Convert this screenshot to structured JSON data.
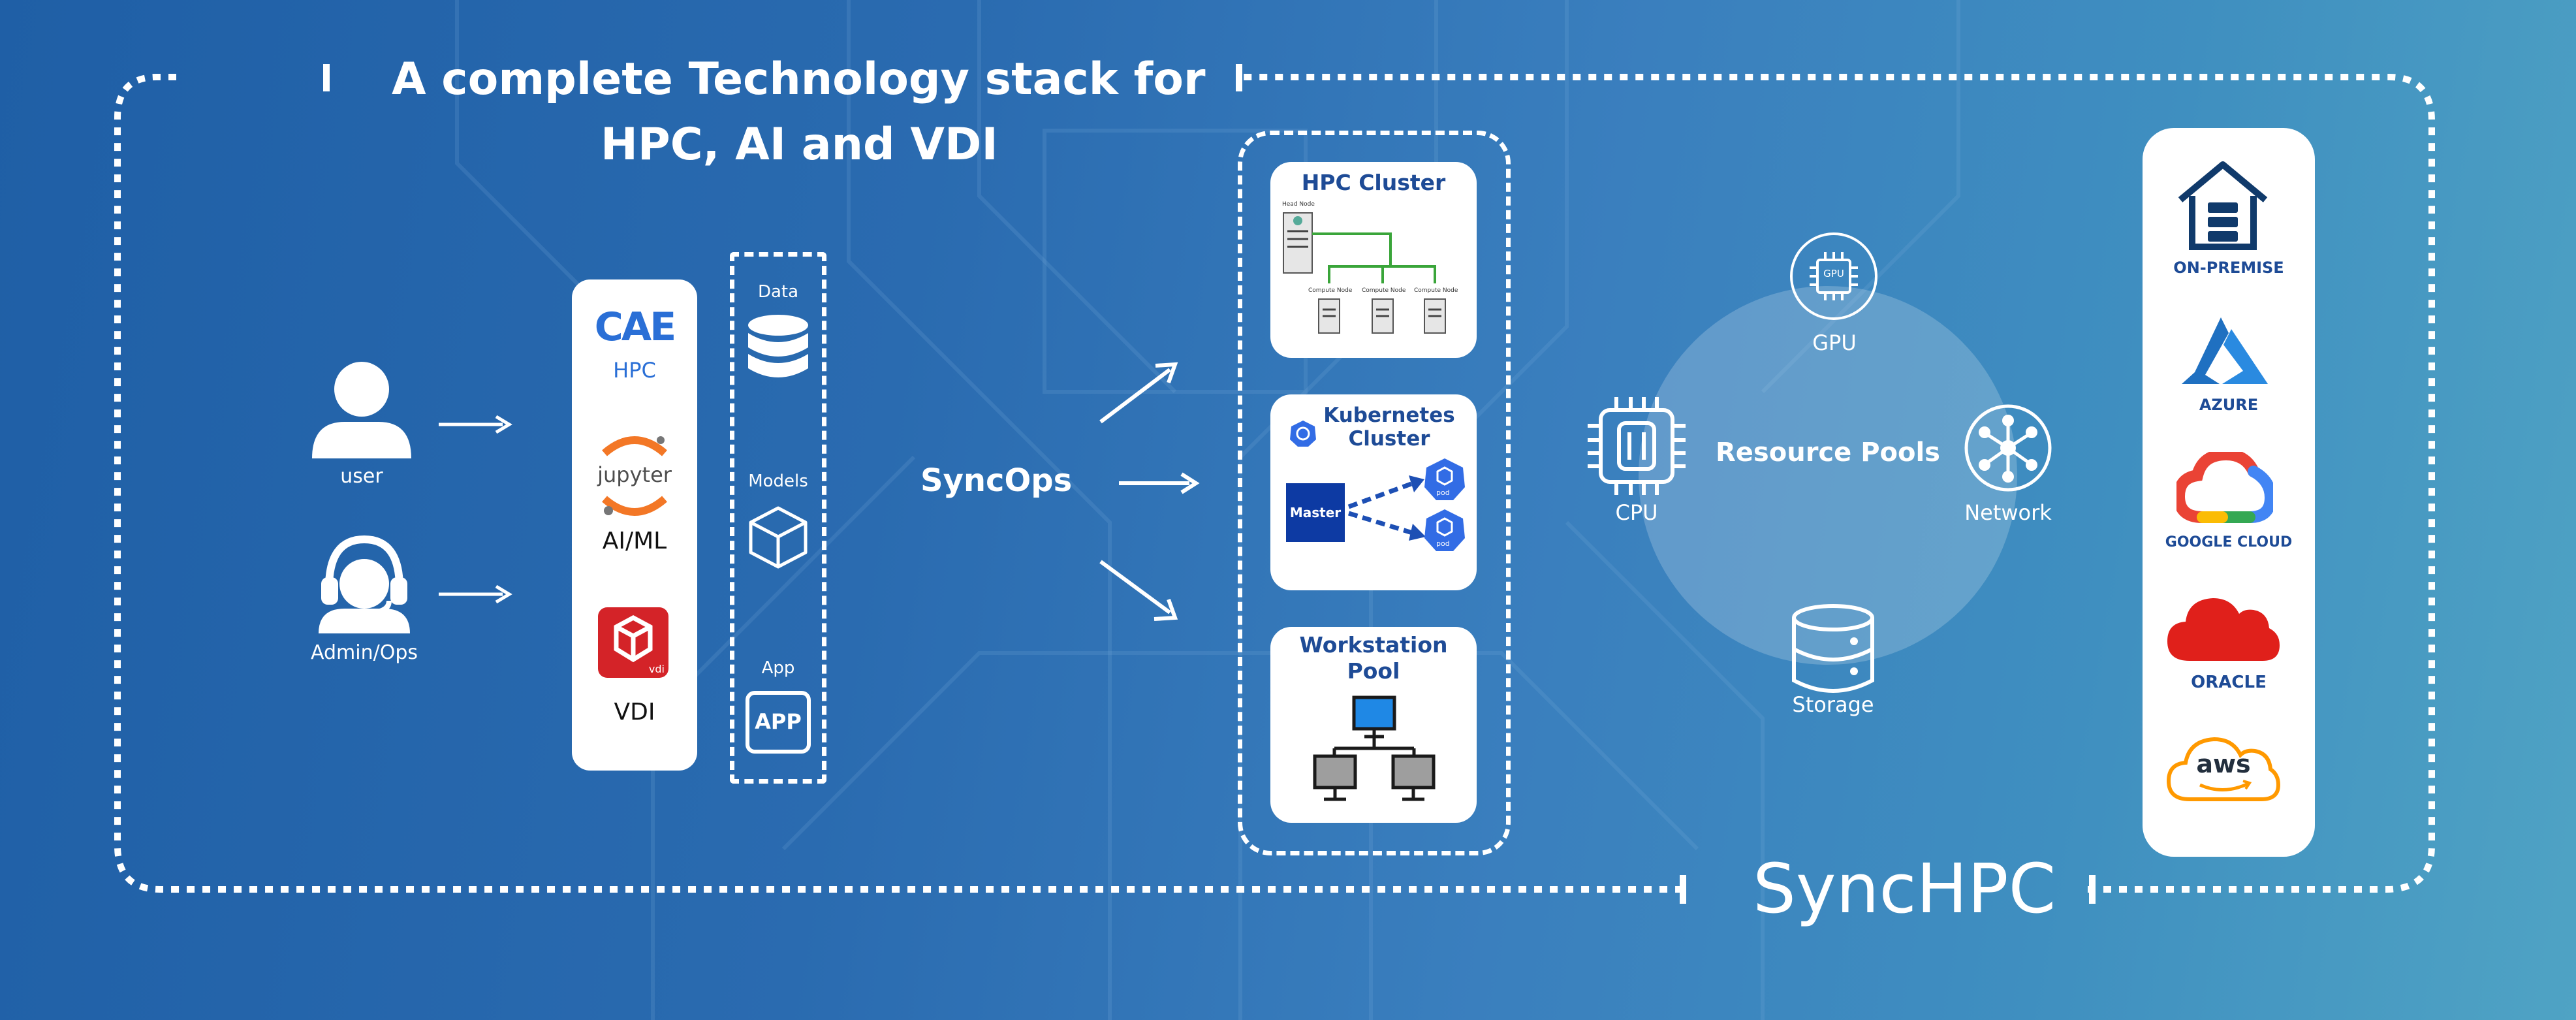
{
  "title": {
    "line1": "A complete  Technology stack for",
    "line2": "HPC, AI and VDI"
  },
  "brand": "SyncHPC",
  "users": [
    {
      "label": "user"
    },
    {
      "label": "Admin/Ops"
    }
  ],
  "apps": {
    "cae_logo": "CAE",
    "hpc": "HPC",
    "jupyter_logo": "jupyter",
    "aiml": "AI/ML",
    "vdi": "VDI",
    "vdi_badge": "vdi"
  },
  "data_column": {
    "data": "Data",
    "models": "Models",
    "app": "App",
    "app_icon": "APP"
  },
  "syncops": "SyncOps",
  "clusters": {
    "hpc": {
      "title": "HPC Cluster",
      "head": "Head Node",
      "compute": "Compute Node"
    },
    "k8s": {
      "title_line1": "Kubernetes",
      "title_line2": "Cluster",
      "master": "Master",
      "pod": "pod"
    },
    "ws": {
      "title_line1": "Workstation",
      "title_line2": "Pool"
    }
  },
  "resources": {
    "center": "Resource Pools",
    "gpu": "GPU",
    "gpu_chip": "GPU",
    "cpu": "CPU",
    "network": "Network",
    "storage": "Storage"
  },
  "clouds": [
    "ON-PREMISE",
    "AZURE",
    "GOOGLE CLOUD",
    "ORACLE"
  ],
  "aws": "aws",
  "colors": {
    "accent": "#1e4b96",
    "azure": "#1f70c1",
    "oracle": "#e0201b",
    "aws": "#ff9900"
  }
}
